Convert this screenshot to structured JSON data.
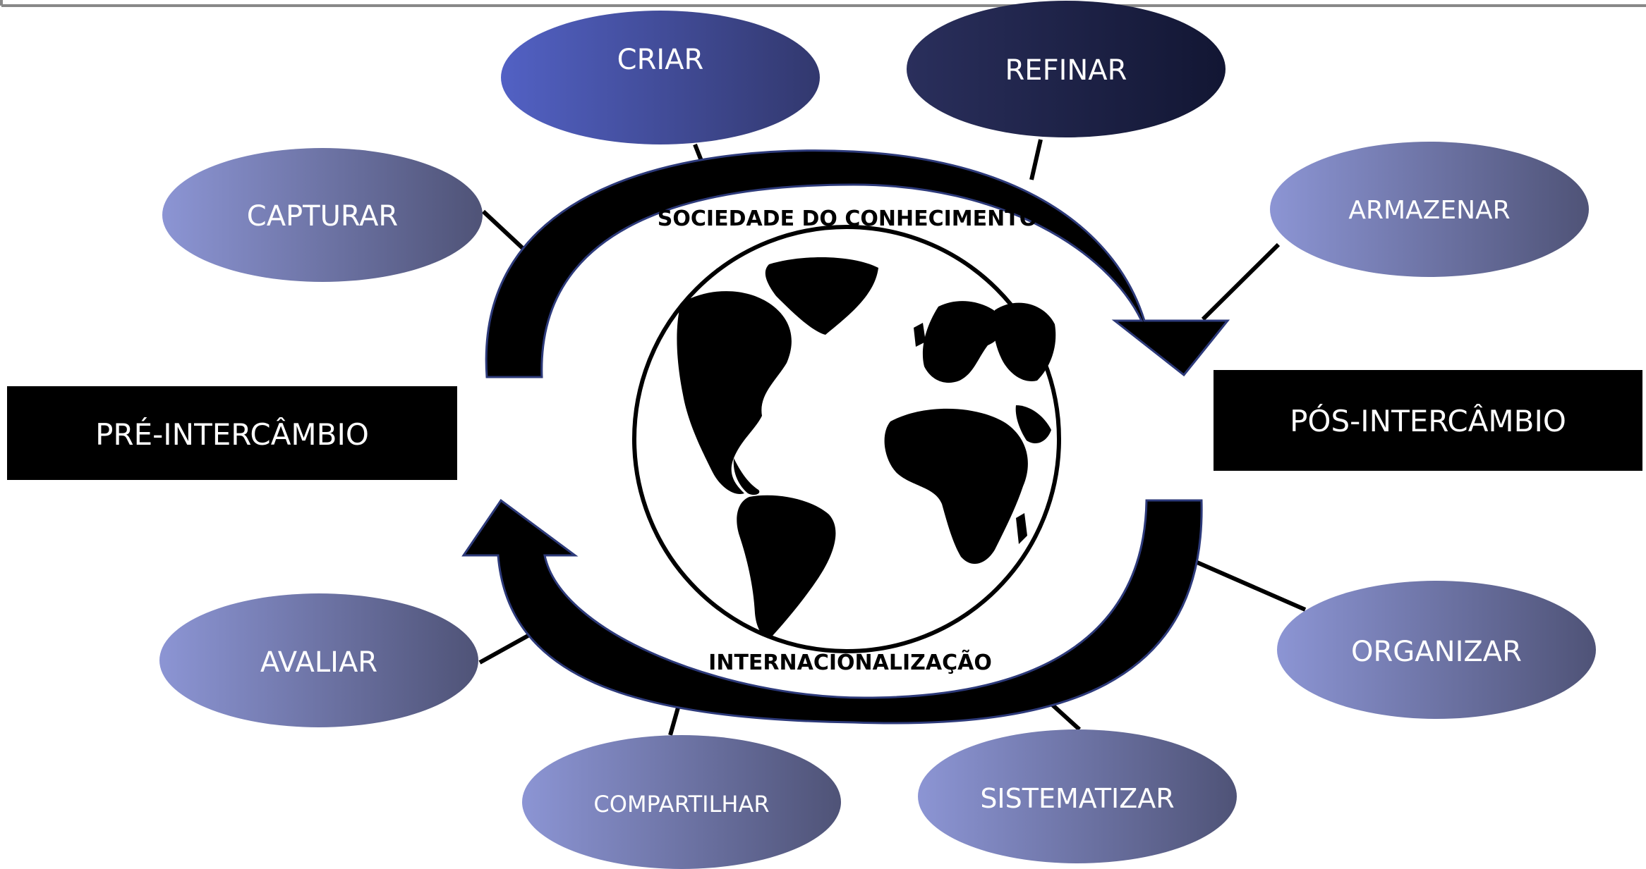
{
  "title_top": "SOCIEDADE DO CONHECIMENTO",
  "title_bottom": "INTERNACIONALIZAÇÃO",
  "phases": {
    "pre": "PRÉ-INTERCÂMBIO",
    "post": "PÓS-INTERCÂMBIO"
  },
  "steps": {
    "capturar": "CAPTURAR",
    "criar": "CRIAR",
    "refinar": "REFINAR",
    "armazenar": "ARMAZENAR",
    "organizar": "ORGANIZAR",
    "sistematizar": "SISTEMATIZAR",
    "compartilhar": "COMPARTILHAR",
    "avaliar": "AVALIAR"
  },
  "colors": {
    "ellipse_light": "#8c95d4",
    "ellipse_dark": "#4f5377",
    "criar_light": "#5261c4",
    "criar_dark": "#32386e",
    "refinar_light": "#2a2f5c",
    "refinar_dark": "#121633",
    "box": "#000000",
    "arrow": "#000000",
    "arrow_outline": "#2d3a7a"
  },
  "icons": [
    "world-globe-icon"
  ]
}
